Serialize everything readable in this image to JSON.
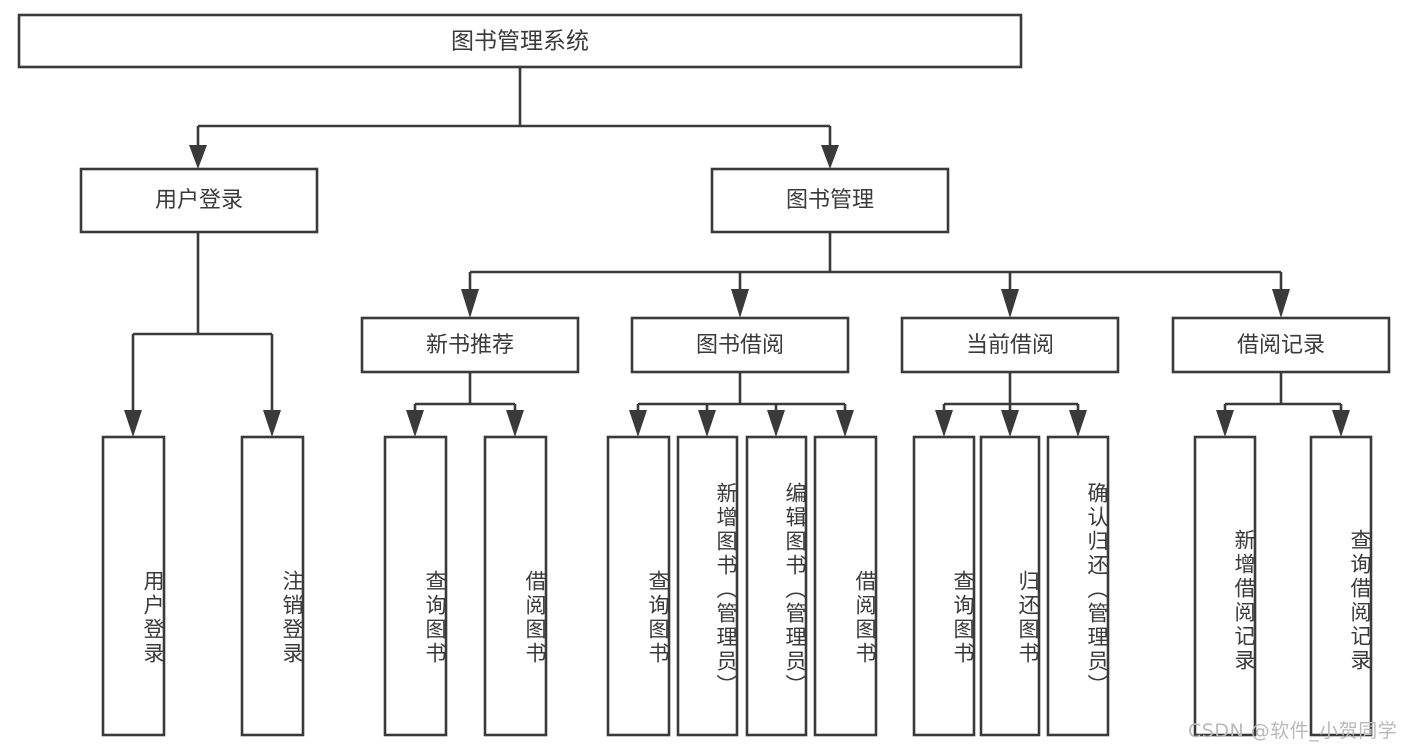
{
  "diagram": {
    "title": "图书管理系统",
    "type": "hierarchy-tree",
    "watermark": "CSDN @软件_小贺同学",
    "colors": {
      "stroke": "#3a3a3a",
      "fill": "#ffffff",
      "text": "#3a3a3a",
      "watermark": "#b9b9b9",
      "background": "#ffffff"
    },
    "root": {
      "label": "图书管理系统"
    },
    "level2": [
      {
        "label": "用户登录"
      },
      {
        "label": "图书管理"
      }
    ],
    "level3": [
      {
        "label": "新书推荐"
      },
      {
        "label": "图书借阅"
      },
      {
        "label": "当前借阅"
      },
      {
        "label": "借阅记录"
      }
    ],
    "leaves": {
      "user_login": [
        {
          "label": "用户登录"
        },
        {
          "label": "注销登录"
        }
      ],
      "new_book": [
        {
          "label": "查询图书"
        },
        {
          "label": "借阅图书"
        }
      ],
      "book_borrow": [
        {
          "label": "查询图书"
        },
        {
          "label": "新增图书（管理员）"
        },
        {
          "label": "编辑图书（管理员）"
        },
        {
          "label": "借阅图书"
        }
      ],
      "current_borrow": [
        {
          "label": "查询图书"
        },
        {
          "label": "归还图书"
        },
        {
          "label": "确认归还（管理员）"
        }
      ],
      "borrow_record": [
        {
          "label": "新增借阅记录"
        },
        {
          "label": "查询借阅记录"
        }
      ]
    }
  }
}
